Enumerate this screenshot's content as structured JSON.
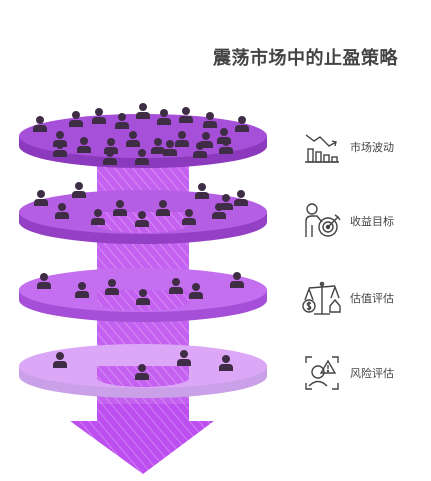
{
  "title": "震荡市场中的止盈策略",
  "layers": [
    {
      "label": "市场波动",
      "icon": "falling-chart-icon",
      "people": 23
    },
    {
      "label": "收益目标",
      "icon": "target-person-icon",
      "people": 12
    },
    {
      "label": "估值评估",
      "icon": "scale-money-house-icon",
      "people": 7
    },
    {
      "label": "风险评估",
      "icon": "risk-warning-icon",
      "people": 4
    }
  ],
  "colors": {
    "layer1": "#a64fd9",
    "layer2": "#b45ee4",
    "layer3": "#c46ff0",
    "layer4": "#dca7f6",
    "column": "#c561f0",
    "arrow": "#c04ff0",
    "person": "#3f2c45",
    "text": "#444444"
  }
}
